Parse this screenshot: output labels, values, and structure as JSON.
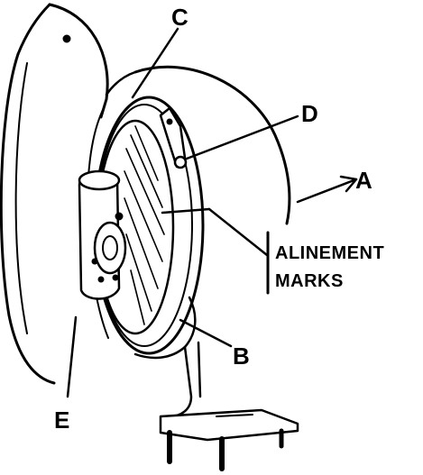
{
  "callouts": {
    "a": "A",
    "b": "B",
    "c": "C",
    "d": "D",
    "e": "E"
  },
  "alinement_label": {
    "line1": "ALINEMENT",
    "line2": "MARKS"
  },
  "colors": {
    "ink": "#000000",
    "paper": "#ffffff"
  }
}
